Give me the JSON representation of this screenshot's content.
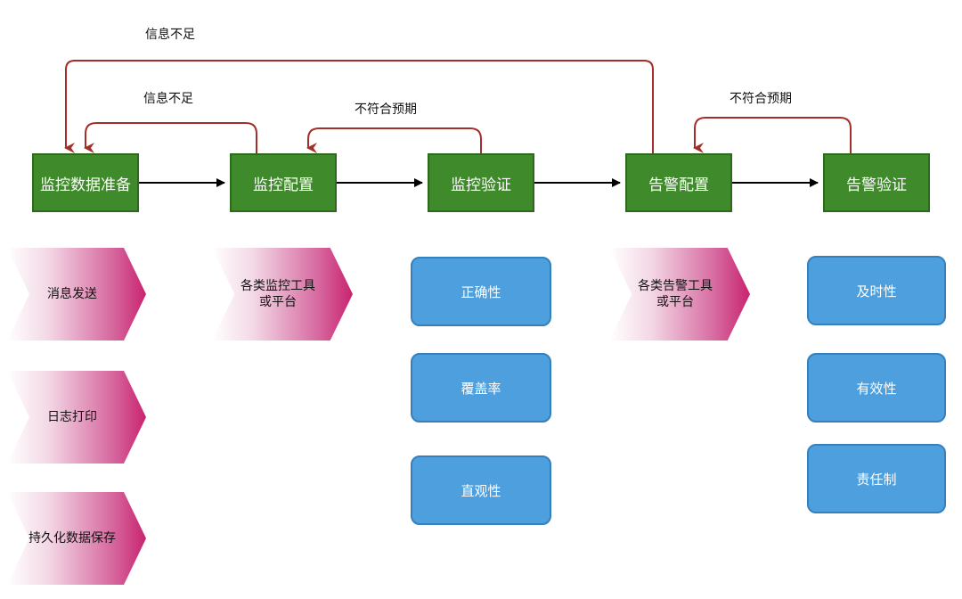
{
  "colors": {
    "stage_fill": "#3f8a2a",
    "stage_border": "#2d6a1c",
    "metric_fill": "#4d9fdd",
    "chevron_accent": "#c8246f",
    "feedback_arrow": "#a32e2a",
    "flow_arrow": "#000000"
  },
  "stages": {
    "prepare": "监控数据准备",
    "monitor_config": "监控配置",
    "monitor_verify": "监控验证",
    "alert_config": "告警配置",
    "alert_verify": "告警验证"
  },
  "feedback_labels": {
    "outer_info_insufficient": "信息不足",
    "inner_info_insufficient": "信息不足",
    "monitor_not_expected": "不符合预期",
    "alert_not_expected": "不符合预期"
  },
  "chevrons": {
    "message_send": "消息发送",
    "log_print": "日志打印",
    "persist_data": "持久化数据保存",
    "monitor_tools": "各类监控工具\n或平台",
    "alert_tools": "各类告警工具\n或平台"
  },
  "metrics": {
    "correctness": "正确性",
    "coverage": "覆盖率",
    "intuitiveness": "直观性",
    "timeliness": "及时性",
    "effectiveness": "有效性",
    "accountability": "责任制"
  }
}
